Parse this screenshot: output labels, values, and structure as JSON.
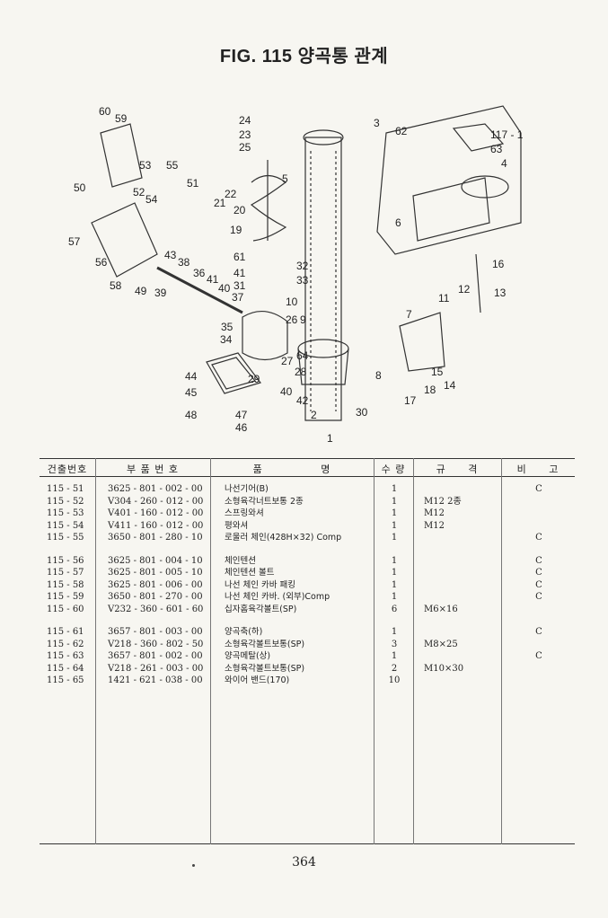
{
  "title": "FIG. 115 양곡통 관계",
  "columns": {
    "no": "건출번호",
    "part": "부 품 번 호",
    "name": "품 명",
    "qty": "수 량",
    "spec": "규 격",
    "note": "비 고"
  },
  "parts": [
    {
      "no": "115 - 51",
      "part": "3625 - 801 - 002 - 00",
      "name": "나선기어(B)",
      "qty": "1",
      "spec": "",
      "note": "C"
    },
    {
      "no": "115 - 52",
      "part": "V304 - 260 - 012 - 00",
      "name": "소형육각너트보통 2종",
      "qty": "1",
      "spec": "M12 2종",
      "note": ""
    },
    {
      "no": "115 - 53",
      "part": "V401 - 160 - 012 - 00",
      "name": "스프링와셔",
      "qty": "1",
      "spec": "M12",
      "note": ""
    },
    {
      "no": "115 - 54",
      "part": "V411 - 160 - 012 - 00",
      "name": "평와셔",
      "qty": "1",
      "spec": "M12",
      "note": ""
    },
    {
      "no": "115 - 55",
      "part": "3650 - 801 - 280 - 10",
      "name": "로울러 체인(428H×32) Comp",
      "qty": "1",
      "spec": "",
      "note": "C"
    },
    {
      "no": "115 - 56",
      "part": "3625 - 801 - 004 - 10",
      "name": "체인텐션",
      "qty": "1",
      "spec": "",
      "note": "C"
    },
    {
      "no": "115 - 57",
      "part": "3625 - 801 - 005 - 10",
      "name": "체인텐션 볼트",
      "qty": "1",
      "spec": "",
      "note": "C"
    },
    {
      "no": "115 - 58",
      "part": "3625 - 801 - 006 - 00",
      "name": "나선 체인 카바 패킹",
      "qty": "1",
      "spec": "",
      "note": "C"
    },
    {
      "no": "115 - 59",
      "part": "3650 - 801 - 270 - 00",
      "name": "나선 체인 카바. (외부)Comp",
      "qty": "1",
      "spec": "",
      "note": "C"
    },
    {
      "no": "115 - 60",
      "part": "V232 - 360 - 601 - 60",
      "name": "십자홈육각볼트(SP)",
      "qty": "6",
      "spec": "M6×16",
      "note": ""
    },
    {
      "no": "115 - 61",
      "part": "3657 - 801 - 003 - 00",
      "name": "양곡축(하)",
      "qty": "1",
      "spec": "",
      "note": "C"
    },
    {
      "no": "115 - 62",
      "part": "V218 - 360 - 802 - 50",
      "name": "소형육각볼트보통(SP)",
      "qty": "3",
      "spec": "M8×25",
      "note": ""
    },
    {
      "no": "115 - 63",
      "part": "3657 - 801 - 002 - 00",
      "name": "양곡메탈(상)",
      "qty": "1",
      "spec": "",
      "note": "C"
    },
    {
      "no": "115 - 64",
      "part": "V218 - 261 - 003 - 00",
      "name": "소형육각볼트보통(SP)",
      "qty": "2",
      "spec": "M10×30",
      "note": ""
    },
    {
      "no": "115 - 65",
      "part": "1421 - 621 - 038 - 00",
      "name": "와이어 밴드(170)",
      "qty": "10",
      "spec": "",
      "note": ""
    }
  ],
  "callouts": [
    "60",
    "59",
    "53",
    "55",
    "52",
    "54",
    "51",
    "50",
    "57",
    "56",
    "58",
    "49",
    "39",
    "43",
    "38",
    "36",
    "41",
    "40",
    "37",
    "35",
    "34",
    "44",
    "45",
    "48",
    "47",
    "46",
    "24",
    "23",
    "25",
    "21",
    "22",
    "20",
    "19",
    "5",
    "3",
    "62",
    "117 - 1",
    "63",
    "4",
    "6",
    "61",
    "41",
    "32",
    "31",
    "33",
    "10",
    "9",
    "26",
    "27",
    "28",
    "64",
    "29",
    "40",
    "42",
    "2",
    "1",
    "30",
    "8",
    "18",
    "17",
    "7",
    "11",
    "12",
    "13",
    "16",
    "15",
    "14"
  ],
  "page_number": "364"
}
